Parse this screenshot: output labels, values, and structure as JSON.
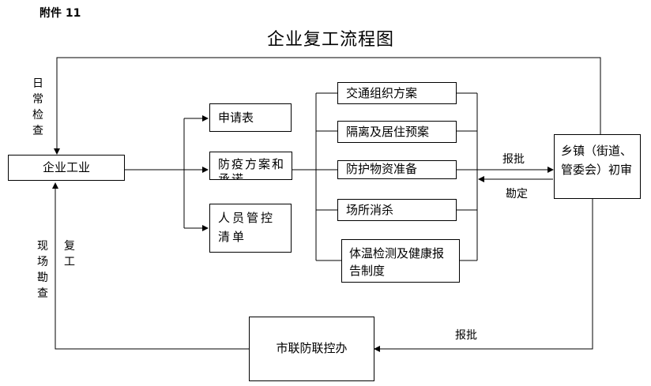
{
  "header": {
    "attachment": "附件 11"
  },
  "title": "企业复工流程图",
  "nodes": {
    "enterprise": "企业工业",
    "application_form": "申请表",
    "epidemic_plan": "防疫方案和承诺",
    "personnel_list": "人员管控清单",
    "traffic_plan": "交通组织方案",
    "isolation_plan": "隔离及居住预案",
    "protective_supplies": "防护物资准备",
    "site_disinfection": "场所消杀",
    "temperature_report": "体温检测及健康报告制度",
    "township_review": "乡镇（街道、管委会）初审",
    "city_office": "市联防联控办"
  },
  "edge_labels": {
    "daily_inspection": "日常检查",
    "report_approve_top": "报批",
    "review_confirm": "勘定",
    "report_approve_bottom": "报批",
    "site_survey": "现场勘查",
    "resume_work": "复工"
  }
}
